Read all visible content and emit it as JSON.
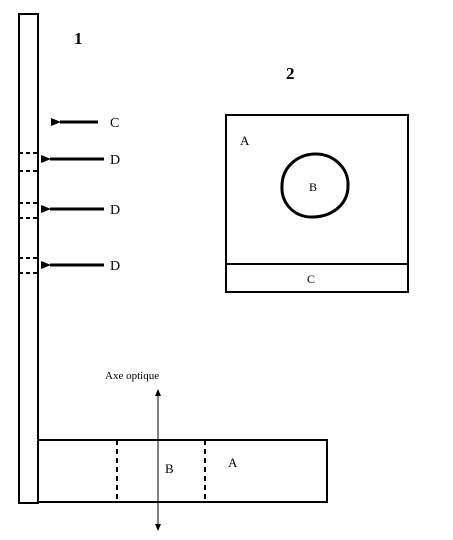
{
  "figure_1": {
    "number": "1",
    "arrow_labels": [
      "C",
      "D",
      "D",
      "D"
    ],
    "base": {
      "label_b": "B",
      "label_a": "A"
    },
    "axis_label": "Axe optique"
  },
  "figure_2": {
    "number": "2",
    "panel_label": "A",
    "hole_label": "B",
    "strip_label": "C"
  }
}
